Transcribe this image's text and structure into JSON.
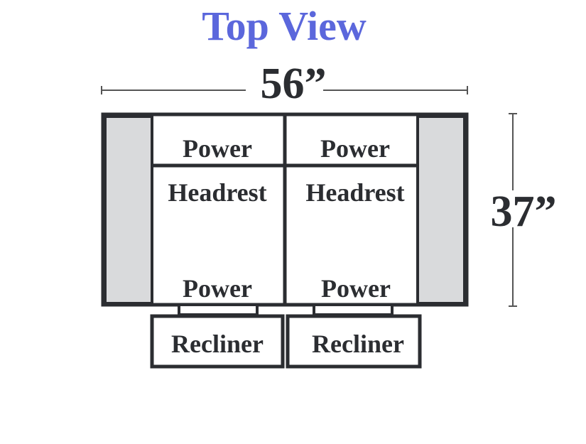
{
  "title": "Top View",
  "dimensions": {
    "width_label": "56”",
    "depth_label": "37”"
  },
  "seats": [
    {
      "top_label": "Power",
      "headrest_label": "Headrest",
      "bottom_label": "Power",
      "footrest_label": "Recliner"
    },
    {
      "top_label": "Power",
      "headrest_label": "Headrest",
      "bottom_label": "Power",
      "footrest_label": "Recliner"
    }
  ],
  "colors": {
    "title": "#5b67dc",
    "outline": "#2b2d31",
    "armrest_fill": "#d9dadc",
    "text": "#2b2d31",
    "dimension_line": "#555555"
  }
}
